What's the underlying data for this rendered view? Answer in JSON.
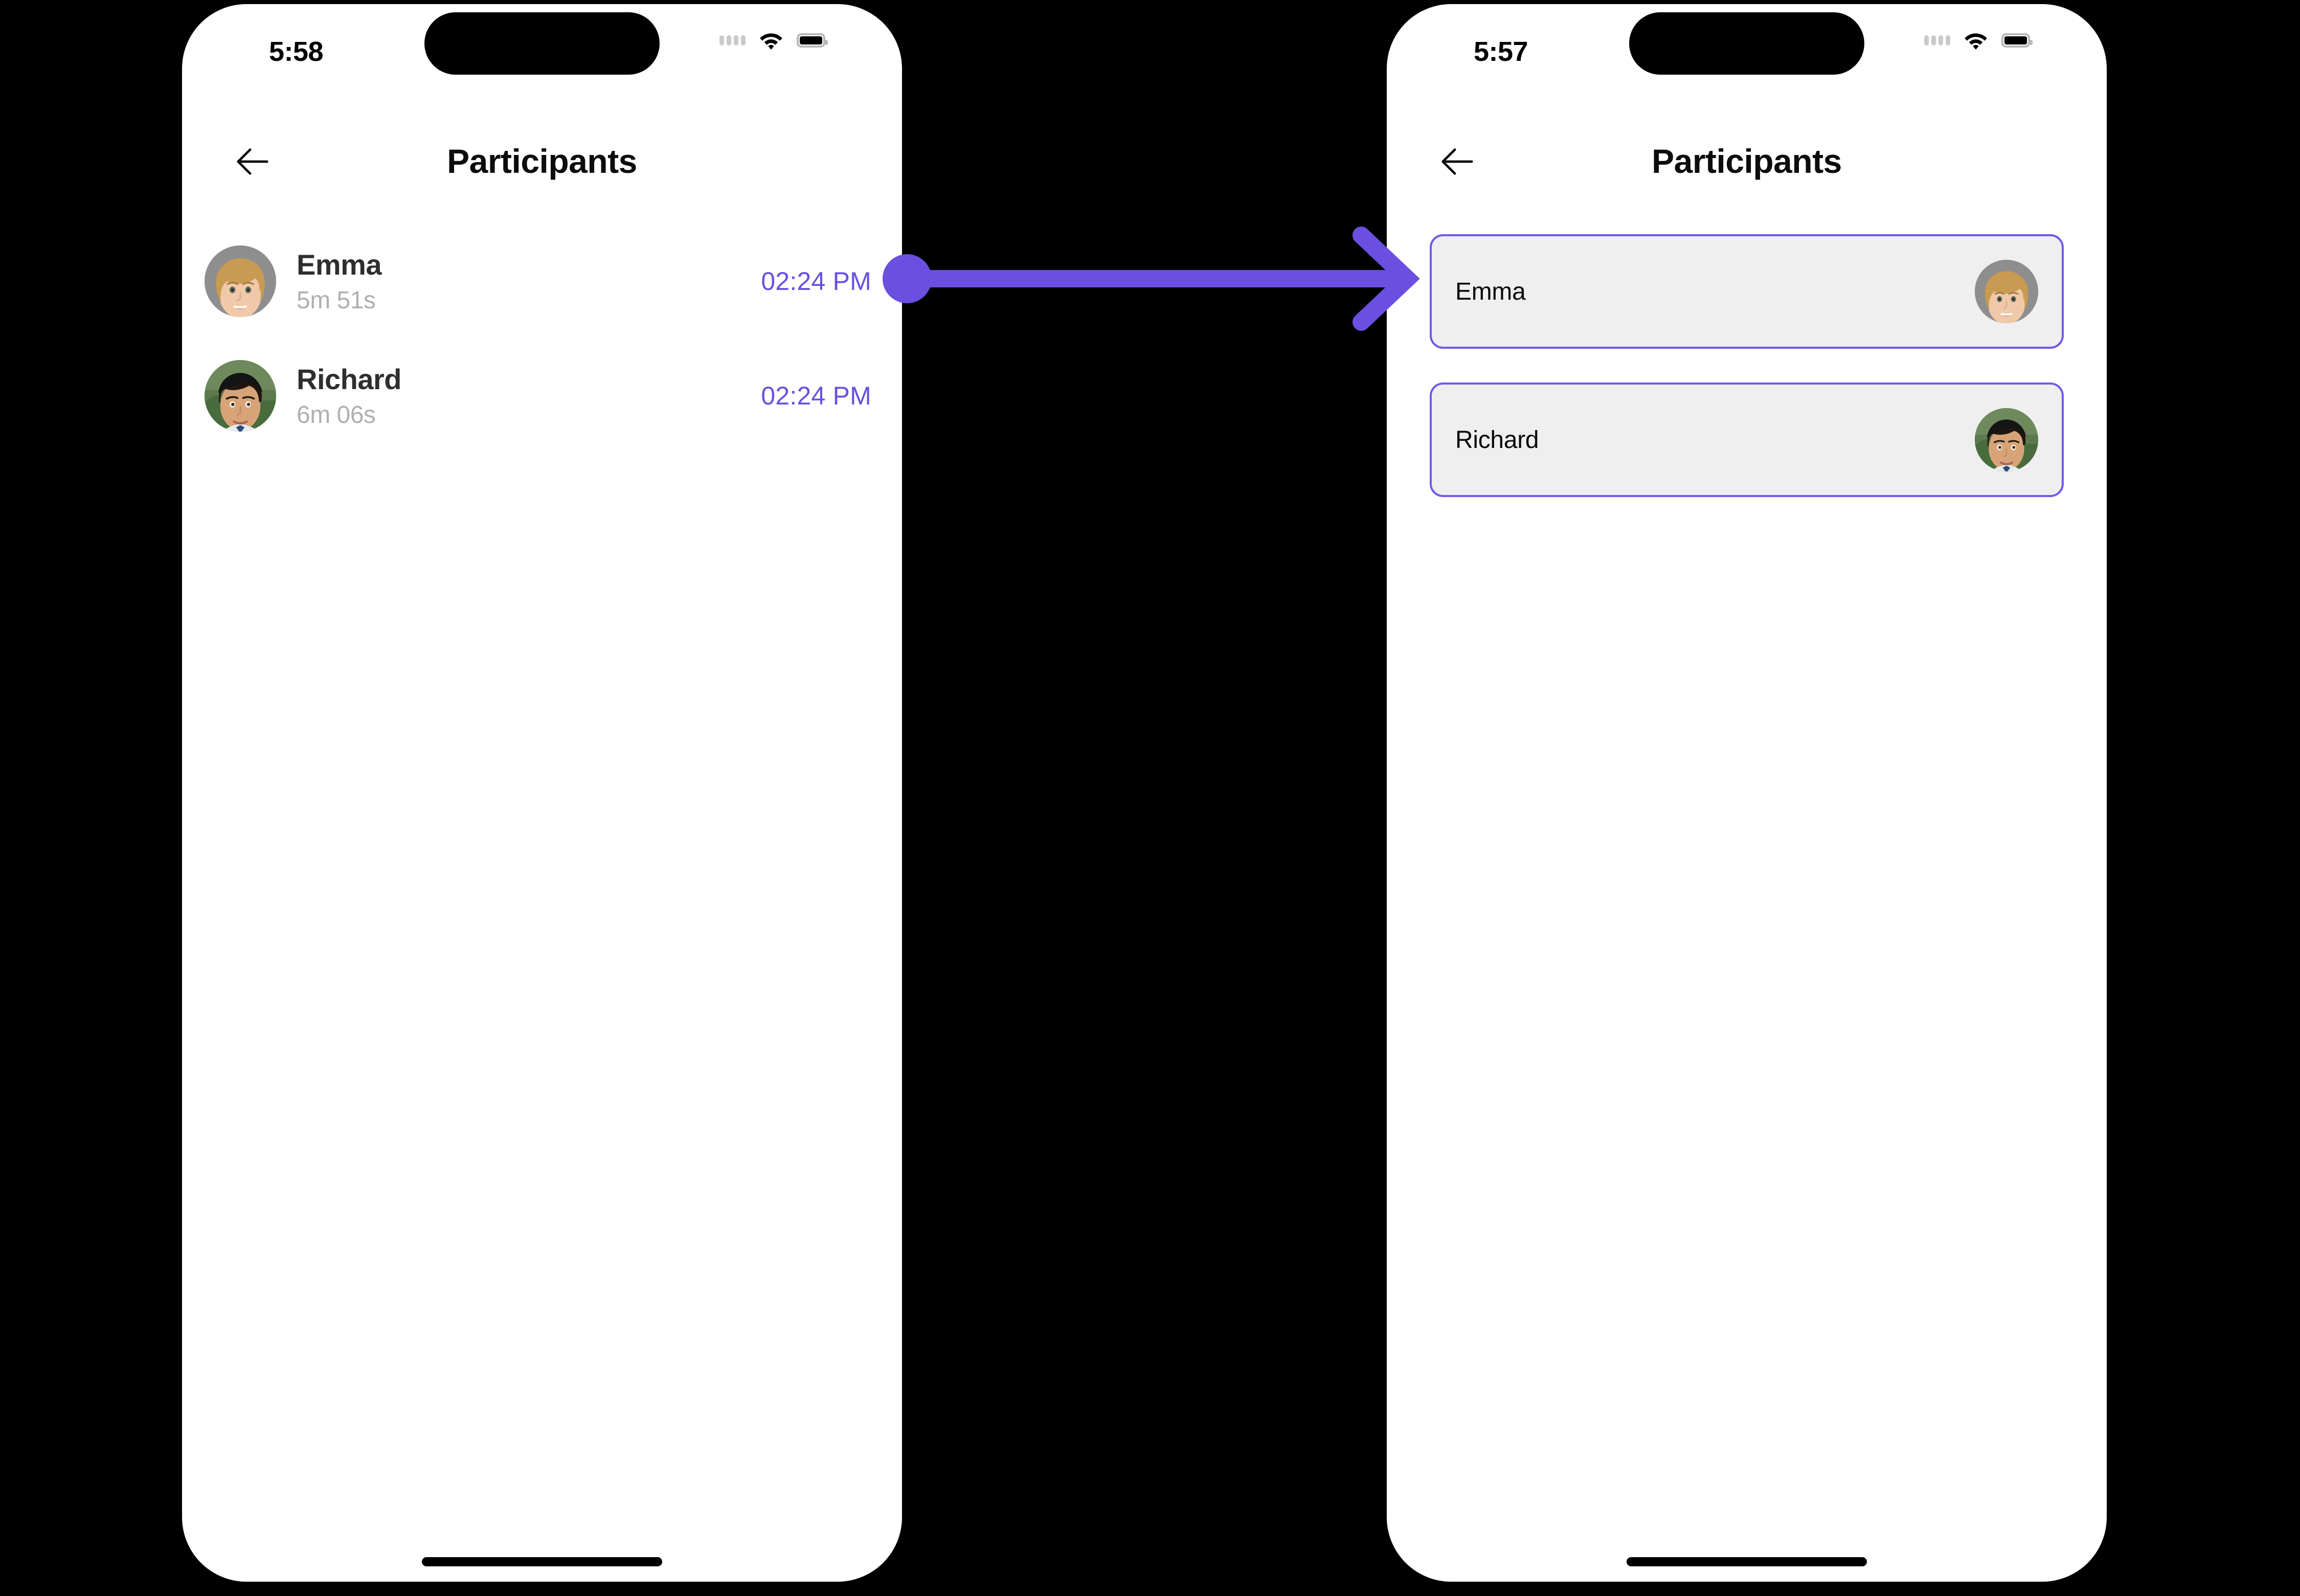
{
  "theme": {
    "accent_purple": "#6a4fe0",
    "card_border_purple": "#7159e8",
    "card_fill_gray": "#efeff0",
    "background": "#000000",
    "screen": "#ffffff",
    "name_text": "#2e2e2e",
    "sub_text": "#b0b0b0"
  },
  "screens": [
    {
      "id": "before",
      "status_bar": {
        "time": "5:58",
        "signal_icon": "signal-dots-icon",
        "wifi_icon": "wifi-icon",
        "battery_icon": "battery-icon"
      },
      "nav": {
        "back_icon": "back-arrow-icon",
        "title": "Participants"
      },
      "participants": [
        {
          "name": "Emma",
          "duration": "5m 51s",
          "time": "02:24 PM",
          "avatar": "emma-avatar"
        },
        {
          "name": "Richard",
          "duration": "6m 06s",
          "time": "02:24 PM",
          "avatar": "richard-avatar"
        }
      ]
    },
    {
      "id": "after",
      "status_bar": {
        "time": "5:57",
        "signal_icon": "signal-dots-icon",
        "wifi_icon": "wifi-icon",
        "battery_icon": "battery-icon"
      },
      "nav": {
        "back_icon": "back-arrow-icon",
        "title": "Participants"
      },
      "participants": [
        {
          "name": "Emma",
          "avatar": "emma-avatar"
        },
        {
          "name": "Richard",
          "avatar": "richard-avatar"
        }
      ]
    }
  ],
  "connector": {
    "icon": "flow-arrow-icon",
    "color": "#6a4fe0",
    "from": "emma-row-timestamp",
    "to": "after-screen"
  }
}
